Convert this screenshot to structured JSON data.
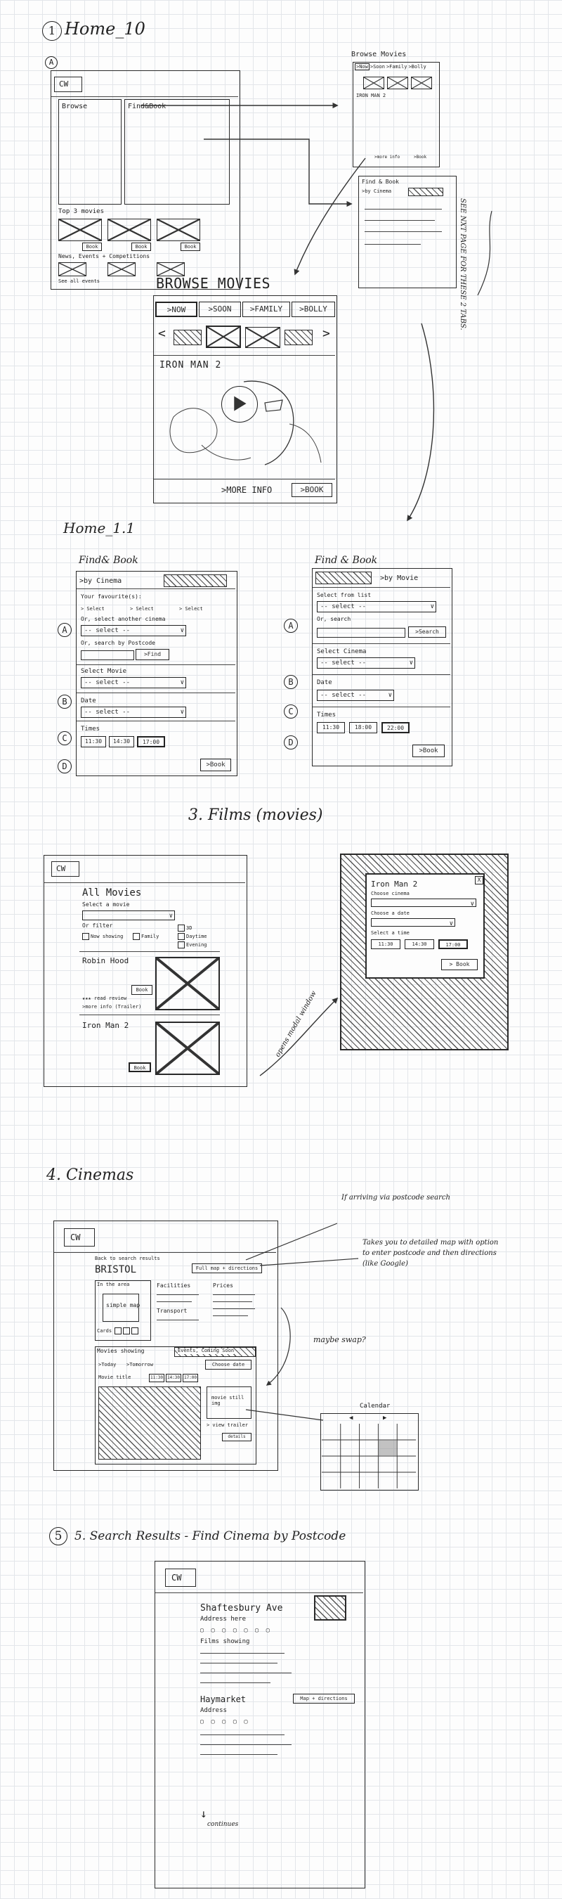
{
  "sec1": {
    "heading": "Home_10",
    "marker_a": "A",
    "logo": "CW",
    "panel_browse": "Browse",
    "panel_find": "Find&Book",
    "top3": "Top 3 movies",
    "book": "Book",
    "news": "News, Events + Competitions",
    "see_all": "See all events",
    "note": "SEE NXT PAGE FOR THESE 2 TABS."
  },
  "browse_small": {
    "title": "Browse Movies",
    "tabs": [
      ">Now",
      ">Soon",
      ">Family",
      ">Bolly"
    ],
    "movie": "IRON MAN 2",
    "more": ">more info",
    "book": ">Book"
  },
  "find_small": {
    "title": "Find & Book",
    "by_cinema": ">by Cinema"
  },
  "browse_big": {
    "title": "BROWSE MOVIES",
    "tabs": [
      ">NOW",
      ">SOON",
      ">FAMILY",
      ">BOLLY"
    ],
    "movie": "IRON MAN 2",
    "more": ">MORE INFO",
    "book": ">BOOK"
  },
  "sec2": {
    "heading": "Home_1.1",
    "left": {
      "title": "Find& Book",
      "tab": ">by Cinema",
      "your_fav": "Your favourite(s):",
      "select": "> Select",
      "or_select": "Or, select another cinema",
      "select_dd": "-- select --",
      "or_search": "Or, search by Postcode",
      "find": ">Find",
      "select_movie": "Select Movie",
      "date": "Date",
      "times": "Times",
      "time_values": [
        "11:30",
        "14:30",
        "17:00"
      ],
      "book": ">Book",
      "markers": [
        "A",
        "B",
        "C",
        "D"
      ]
    },
    "right": {
      "title": "Find & Book",
      "tab": ">by Movie",
      "select_list": "Select from list",
      "or_search": "Or, search",
      "search": ">Search",
      "select_cinema": "Select Cinema",
      "date": "Date",
      "times": "Times",
      "time_values": [
        "11:30",
        "18:00",
        "22:00"
      ],
      "book": ">Book",
      "markers": [
        "A",
        "B",
        "C",
        "D"
      ]
    }
  },
  "sec3": {
    "heading": "3. Films (movies)",
    "logo": "CW",
    "all_movies": "All Movies",
    "select_movie": "Select a movie",
    "or_filter": "Or filter",
    "filters": [
      "Now showing",
      "Family",
      "3D",
      "Daytime",
      "Evening"
    ],
    "robin": "Robin Hood",
    "book": "Book",
    "review": "read review",
    "more_info": ">more info (Trailer)",
    "iron": "Iron Man 2",
    "modal_note": "opens modal window",
    "modal": {
      "movie": "Iron Man 2",
      "choose_cinema": "Choose cinema",
      "choose_date": "Choose a date",
      "select_time": "Select a time",
      "times": [
        "11:30",
        "14:30",
        "17:00"
      ],
      "book": "> Book",
      "close": "X"
    }
  },
  "sec4": {
    "heading": "4. Cinemas",
    "logo": "CW",
    "back": "Back to search results",
    "city": "BRISTOL",
    "map_btn": "Full map + directions",
    "in_area": "In the area",
    "simple_map": "simple map",
    "facilities": "Facilities",
    "transport": "Transport",
    "prices": "Prices",
    "cards": "Cards",
    "tab_showing": "Movies showing",
    "tab_events": "Events, Coming Soon",
    "today": ">Today",
    "tomorrow": ">Tomorrow",
    "choose_date": "Choose date",
    "movie_title": "Movie title",
    "times": [
      "11:30",
      "14:30",
      "17:00"
    ],
    "movie_still": "movie still img",
    "view_trailer": "> view trailer",
    "details": "details",
    "note_postcode": "If arriving via postcode search",
    "note_map": "Takes you to detailed map with option to enter postcode and then directions (like Google)",
    "note_swap": "maybe swap?",
    "calendar": "Calendar"
  },
  "sec5": {
    "heading": "5. Search Results - Find Cinema by Postcode",
    "logo": "CW",
    "cinema1": "Shaftesbury Ave",
    "address": "Address here",
    "films": "Films showing",
    "cinema2": "Haymarket",
    "map_dir": "Map + directions",
    "address2": "Address",
    "continues": "continues"
  },
  "colors": {
    "ink": "#2a2a2a",
    "grid": "#e3e6ea",
    "paper": "#fdfdfd"
  }
}
